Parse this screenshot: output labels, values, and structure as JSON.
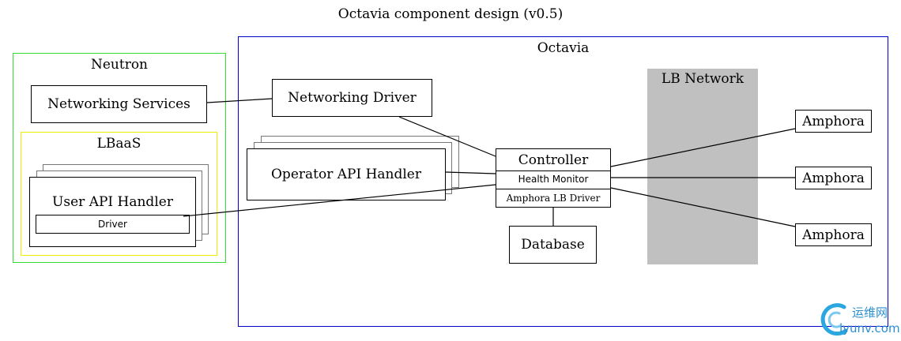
{
  "diagram": {
    "title": "Octavia component design (v0.5)",
    "neutron": {
      "label": "Neutron",
      "networking_services": "Networking Services",
      "lbaas": {
        "label": "LBaaS",
        "user_api_handler": "User API Handler",
        "driver": "Driver"
      }
    },
    "octavia": {
      "label": "Octavia",
      "networking_driver": "Networking Driver",
      "operator_api_handler": "Operator API Handler",
      "controller": {
        "label": "Controller",
        "health_monitor": "Health Monitor",
        "amphora_lb_driver": "Amphora LB Driver"
      },
      "database": "Database",
      "lb_network": "LB Network",
      "amphorae": [
        "Amphora",
        "Amphora",
        "Amphora"
      ]
    },
    "colors": {
      "neutron_border": "#33dd33",
      "lbaas_border": "#eeee00",
      "octavia_border": "#0000cc",
      "lb_network_fill": "#c0c0c0"
    }
  },
  "watermark": {
    "text_cn": "运维网",
    "text_url": "iyunv.com"
  }
}
